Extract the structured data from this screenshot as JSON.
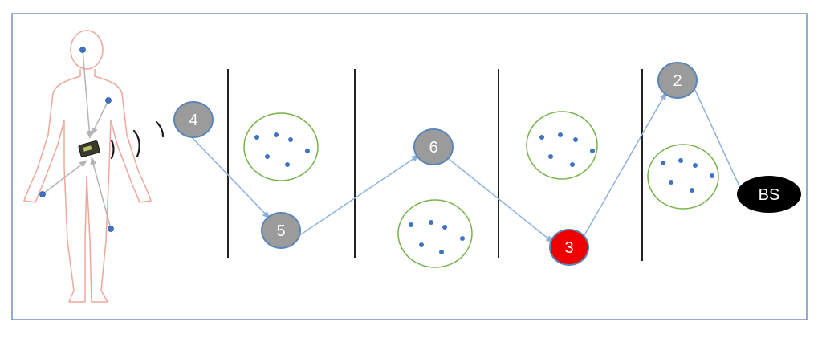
{
  "colors": {
    "frame": "#7390b7",
    "node_fill": "#9b9b9b",
    "node_stroke": "#5a86b8",
    "highlight_node_fill": "#ee0000",
    "base_station_fill": "#000000",
    "cluster_stroke": "#77b24a",
    "sensor_dot": "#3f73c2",
    "route_arrow": "#8cb2dc",
    "body_outline": "#efa79b",
    "body_link": "#b4b4b4",
    "partition_line": "#222222"
  },
  "nodes": [
    {
      "id": "n4",
      "label": "4",
      "highlight": false
    },
    {
      "id": "n5",
      "label": "5",
      "highlight": false
    },
    {
      "id": "n6",
      "label": "6",
      "highlight": false
    },
    {
      "id": "n3",
      "label": "3",
      "highlight": true
    },
    {
      "id": "n2",
      "label": "2",
      "highlight": false
    }
  ],
  "base_station": {
    "label": "BS"
  },
  "route": [
    "n4",
    "n5",
    "n6",
    "n3",
    "n2",
    "bs"
  ],
  "icons": [
    "human-body-icon",
    "wearable-hub-icon",
    "wireless-signal-icon"
  ]
}
